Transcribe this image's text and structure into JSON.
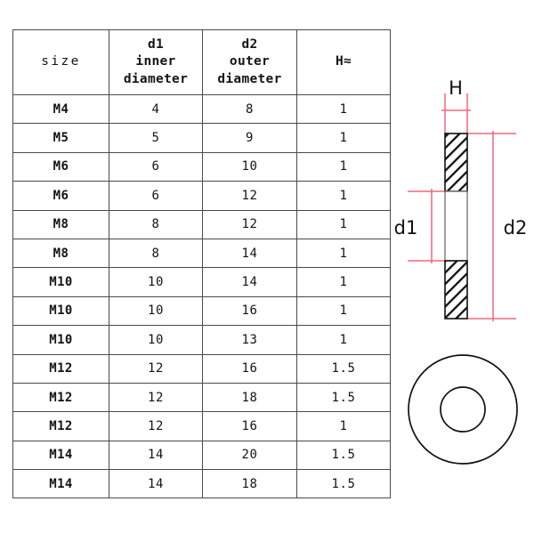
{
  "table": {
    "headers": [
      {
        "id": "size",
        "lines": [
          "size"
        ]
      },
      {
        "id": "d1",
        "lines": [
          "d1",
          "inner",
          "diameter"
        ]
      },
      {
        "id": "d2",
        "lines": [
          "d2",
          "outer",
          "diameter"
        ]
      },
      {
        "id": "h",
        "lines": [
          "H≈"
        ]
      }
    ],
    "rows": [
      {
        "size": "M4",
        "d1": "4",
        "d2": "8",
        "h": "1"
      },
      {
        "size": "M5",
        "d1": "5",
        "d2": "9",
        "h": "1"
      },
      {
        "size": "M6",
        "d1": "6",
        "d2": "10",
        "h": "1"
      },
      {
        "size": "M6",
        "d1": "6",
        "d2": "12",
        "h": "1"
      },
      {
        "size": "M8",
        "d1": "8",
        "d2": "12",
        "h": "1"
      },
      {
        "size": "M8",
        "d1": "8",
        "d2": "14",
        "h": "1"
      },
      {
        "size": "M10",
        "d1": "10",
        "d2": "14",
        "h": "1"
      },
      {
        "size": "M10",
        "d1": "10",
        "d2": "16",
        "h": "1"
      },
      {
        "size": "M10",
        "d1": "10",
        "d2": "13",
        "h": "1"
      },
      {
        "size": "M12",
        "d1": "12",
        "d2": "16",
        "h": "1.5"
      },
      {
        "size": "M12",
        "d1": "12",
        "d2": "18",
        "h": "1.5"
      },
      {
        "size": "M12",
        "d1": "12",
        "d2": "16",
        "h": "1"
      },
      {
        "size": "M14",
        "d1": "14",
        "d2": "20",
        "h": "1.5"
      },
      {
        "size": "M14",
        "d1": "14",
        "d2": "18",
        "h": "1.5"
      }
    ]
  },
  "drawing": {
    "section_view": {
      "labels": {
        "h": "H",
        "d1": "d1",
        "d2": "d2"
      }
    },
    "top_view": {}
  },
  "colors": {
    "dimension_line": "#f2697a",
    "outline": "#111111",
    "table_border": "#4a4a4a",
    "text": "#141414",
    "background": "#ffffff"
  }
}
